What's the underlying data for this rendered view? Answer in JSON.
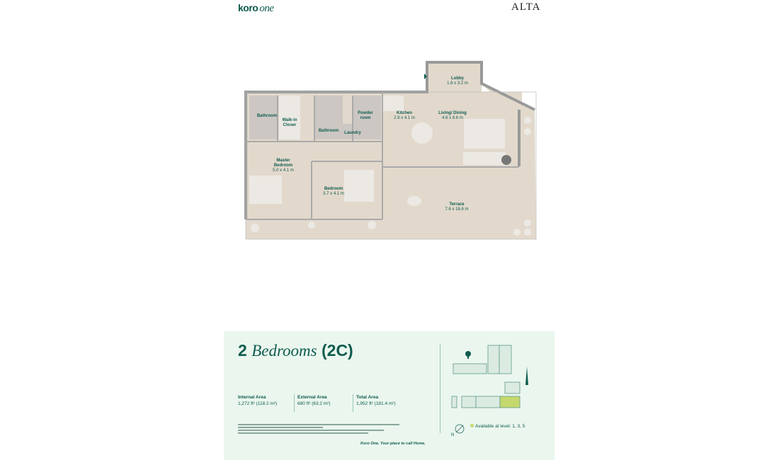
{
  "header": {
    "brand_bold": "koro",
    "brand_italic": "one",
    "partner_logo": "ALTA"
  },
  "rooms": [
    {
      "name": "Bathroom",
      "size": ""
    },
    {
      "name": "Walk-in Closer",
      "size": ""
    },
    {
      "name": "Bathroom",
      "size": ""
    },
    {
      "name": "Laundry",
      "size": ""
    },
    {
      "name": "Powder room",
      "size": ""
    },
    {
      "name": "Kitchen",
      "size": "2.9 x 4.1 m"
    },
    {
      "name": "Living/ Dining",
      "size": "4.6 x 8.6 m"
    },
    {
      "name": "Lobby",
      "size": "1.8 x 3.2 m"
    },
    {
      "name": "Master Bedroom",
      "size": "5.0 x 4.1 m"
    },
    {
      "name": "Bedroom",
      "size": "3.7 x 4.1 m"
    },
    {
      "name": "Terrace",
      "size": "7.6 x 16.6 m"
    }
  ],
  "unit": {
    "title_number": "2",
    "title_italic": "Bedrooms",
    "title_code": "(2C)"
  },
  "areas": [
    {
      "label": "Internal Area",
      "value": "1,272 ft² (118.2 m²)"
    },
    {
      "label": "External Area",
      "value": "680 ft² (63.2 m²)"
    },
    {
      "label": "Total Area",
      "value": "1,952 ft² (181.4 m²)"
    }
  ],
  "tagline": "Koro One. Your place to call Home.",
  "keyplan": {
    "availability": "Available at level: 1, 3, 5",
    "north": "N",
    "highlight_color": "#c5d86d"
  },
  "colors": {
    "brand": "#0f5c4f",
    "floor": "#e2d9cc",
    "wall": "#9a9a9a",
    "panel": "#eaf6ee"
  }
}
